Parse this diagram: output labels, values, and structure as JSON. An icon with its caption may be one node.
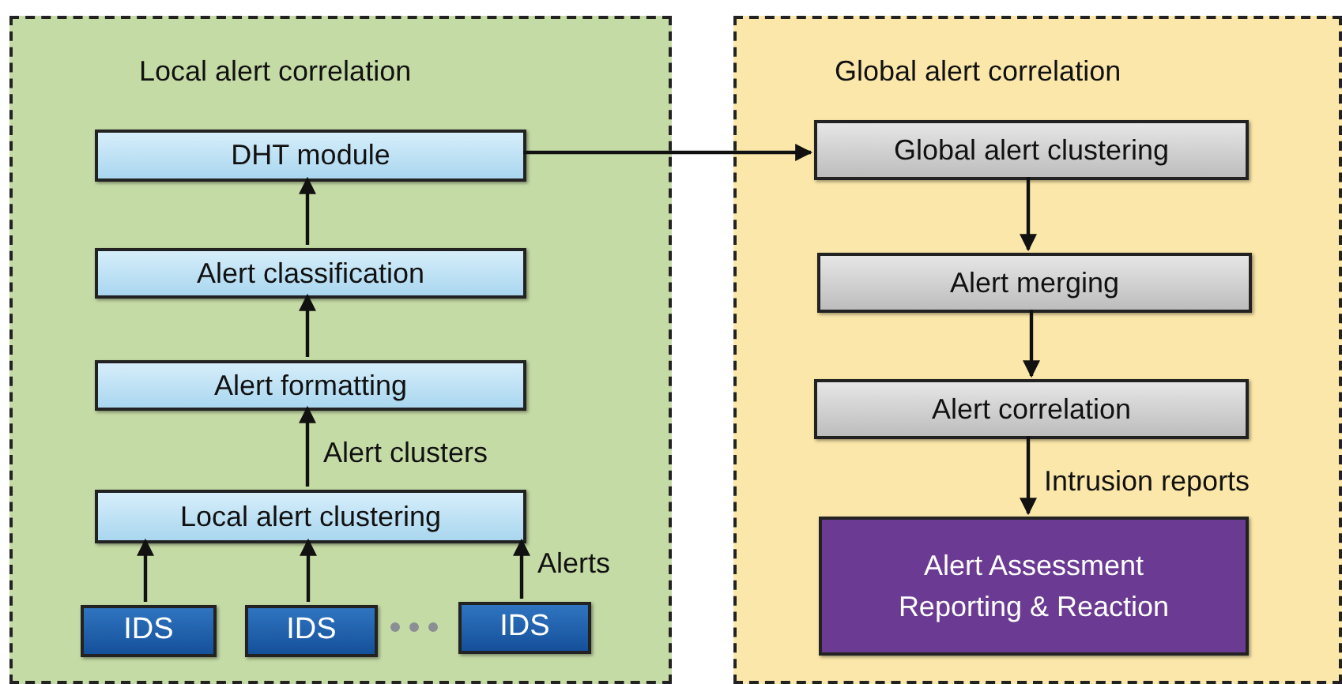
{
  "diagram": {
    "nodes": [
      {
        "text": [
          "Local alert correlation"
        ]
      },
      {
        "text": [
          "DHT module"
        ],
        "in": 0
      },
      {
        "text": [
          "Alert classification"
        ],
        "in": 0
      },
      {
        "text": [
          "Alert formatting"
        ],
        "in": 0
      },
      {
        "text": [
          "Local alert clustering"
        ],
        "in": 0
      },
      {
        "text": [
          "IDS"
        ],
        "in": 0
      },
      {
        "text": [
          "IDS"
        ],
        "in": 0
      },
      {
        "text": [
          "IDS"
        ],
        "in": 0
      },
      {
        "text": [
          "Global alert correlation"
        ]
      },
      {
        "text": [
          "Global alert clustering"
        ],
        "in": 8
      },
      {
        "text": [
          "Alert merging"
        ],
        "in": 8
      },
      {
        "text": [
          "Alert correlation"
        ],
        "in": 8
      },
      {
        "text": [
          "Alert Assessment Reporting & Reaction"
        ],
        "in": 8
      }
    ],
    "edges": [
      {
        "from": 5,
        "to": 4,
        "arrow": "to"
      },
      {
        "from": 6,
        "to": 4,
        "arrow": "to"
      },
      {
        "from": 7,
        "to": 4,
        "arrow": "to",
        "label": "Alerts"
      },
      {
        "from": 4,
        "to": 3,
        "arrow": "to",
        "label": "Alert clusters"
      },
      {
        "from": 3,
        "to": 2,
        "arrow": "to"
      },
      {
        "from": 2,
        "to": 1,
        "arrow": "to"
      },
      {
        "from": 1,
        "to": 9,
        "arrow": "to"
      },
      {
        "from": 9,
        "to": 10,
        "arrow": "to"
      },
      {
        "from": 10,
        "to": 11,
        "arrow": "to"
      },
      {
        "from": 11,
        "to": 12,
        "arrow": "to",
        "label": "Intrusion reports"
      }
    ]
  }
}
